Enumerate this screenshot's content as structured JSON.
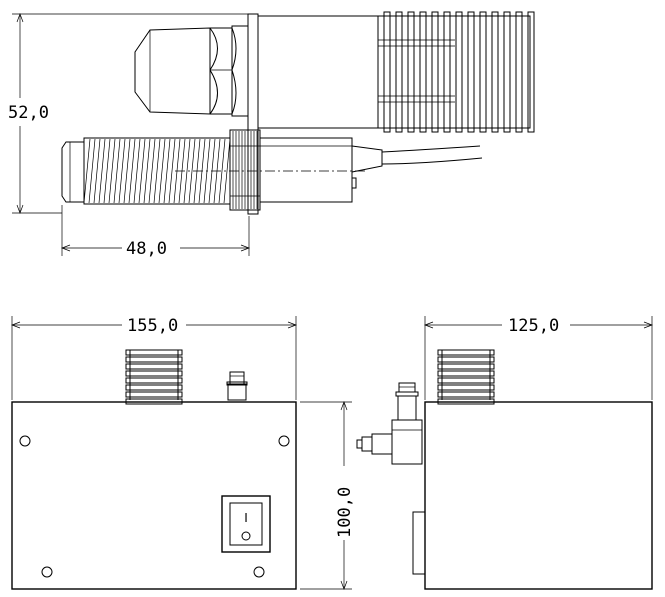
{
  "dimensions": {
    "sensor_height": "52,0",
    "sensor_length": "48,0",
    "box_width": "155,0",
    "box_height": "100,0",
    "box_depth": "125,0"
  },
  "switch": {
    "on_symbol": "I",
    "off_symbol": "O"
  },
  "colors": {
    "line": "#000000",
    "background": "#ffffff"
  }
}
